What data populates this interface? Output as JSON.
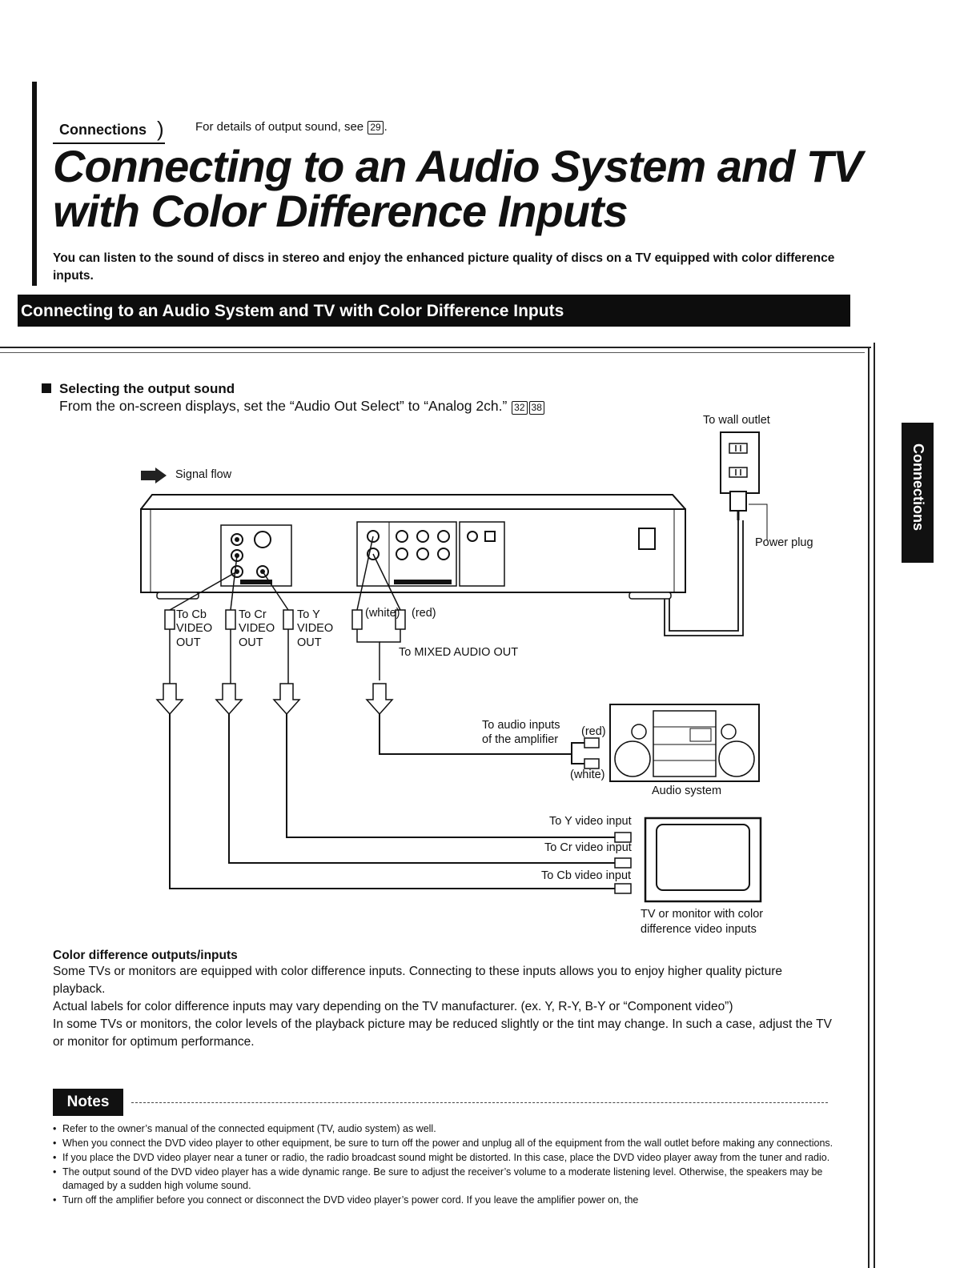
{
  "header": {
    "section_label": "Connections",
    "note_prefix": "For details of output sound, see",
    "note_ref": "29"
  },
  "title": "Connecting to an Audio System and TV with Color Difference Inputs",
  "intro": "You can listen to the sound of discs in stereo and enjoy the enhanced picture quality of discs on a TV equipped with color difference inputs.",
  "banner": "Connecting to an Audio System and TV with Color Difference Inputs",
  "side_tab": "Connections",
  "selecting": {
    "title": "Selecting the output sound",
    "text": "From the on-screen displays, set the “Audio Out Select” to “Analog 2ch.”",
    "refs": [
      "32",
      "38"
    ]
  },
  "diagram": {
    "signal_flow": "Signal flow",
    "wall_outlet": "To wall outlet",
    "power_plug": "Power plug",
    "cb": [
      "To Cb",
      "VIDEO",
      "OUT"
    ],
    "cr": [
      "To Cr",
      "VIDEO",
      "OUT"
    ],
    "y": [
      "To Y",
      "VIDEO",
      "OUT"
    ],
    "white": "(white)",
    "red": "(red)",
    "mixed_audio": "To MIXED AUDIO OUT",
    "audio_inputs": [
      "To audio inputs",
      "of the amplifier"
    ],
    "amp_red": "(red)",
    "amp_white": "(white)",
    "audio_system": "Audio system",
    "y_input": "To Y video input",
    "cr_input": "To Cr video input",
    "cb_input": "To Cb video input",
    "tv_label": [
      "TV or monitor with color",
      "difference video inputs"
    ]
  },
  "color_diff": {
    "title": "Color difference outputs/inputs",
    "paragraphs": [
      "Some TVs or monitors are equipped with color difference inputs. Connecting to these inputs allows you to enjoy higher quality picture playback.",
      "Actual labels for color difference inputs may vary depending on the TV manufacturer. (ex. Y, R-Y, B-Y or “Component video”)",
      "In some TVs or monitors, the color levels of the playback picture may be reduced slightly or the tint may change. In such a case, adjust the TV or monitor for optimum performance."
    ]
  },
  "notes": {
    "heading": "Notes",
    "items": [
      "Refer to the owner’s manual of the connected equipment (TV, audio system) as well.",
      "When you connect the DVD video player to other equipment, be sure to turn off the power and unplug all of the equipment from the wall outlet before making any connections.",
      "If you place the DVD video player near a tuner or radio, the radio broadcast sound might be distorted. In this case, place the DVD video player away from the tuner and radio.",
      "The output sound of the DVD video player has a wide dynamic range. Be sure to adjust the receiver’s volume to a moderate listening level. Otherwise, the speakers may be damaged by a sudden high volume sound.",
      "Turn off the amplifier before you connect or disconnect the DVD video player’s power cord. If you leave the amplifier power on, the"
    ]
  }
}
